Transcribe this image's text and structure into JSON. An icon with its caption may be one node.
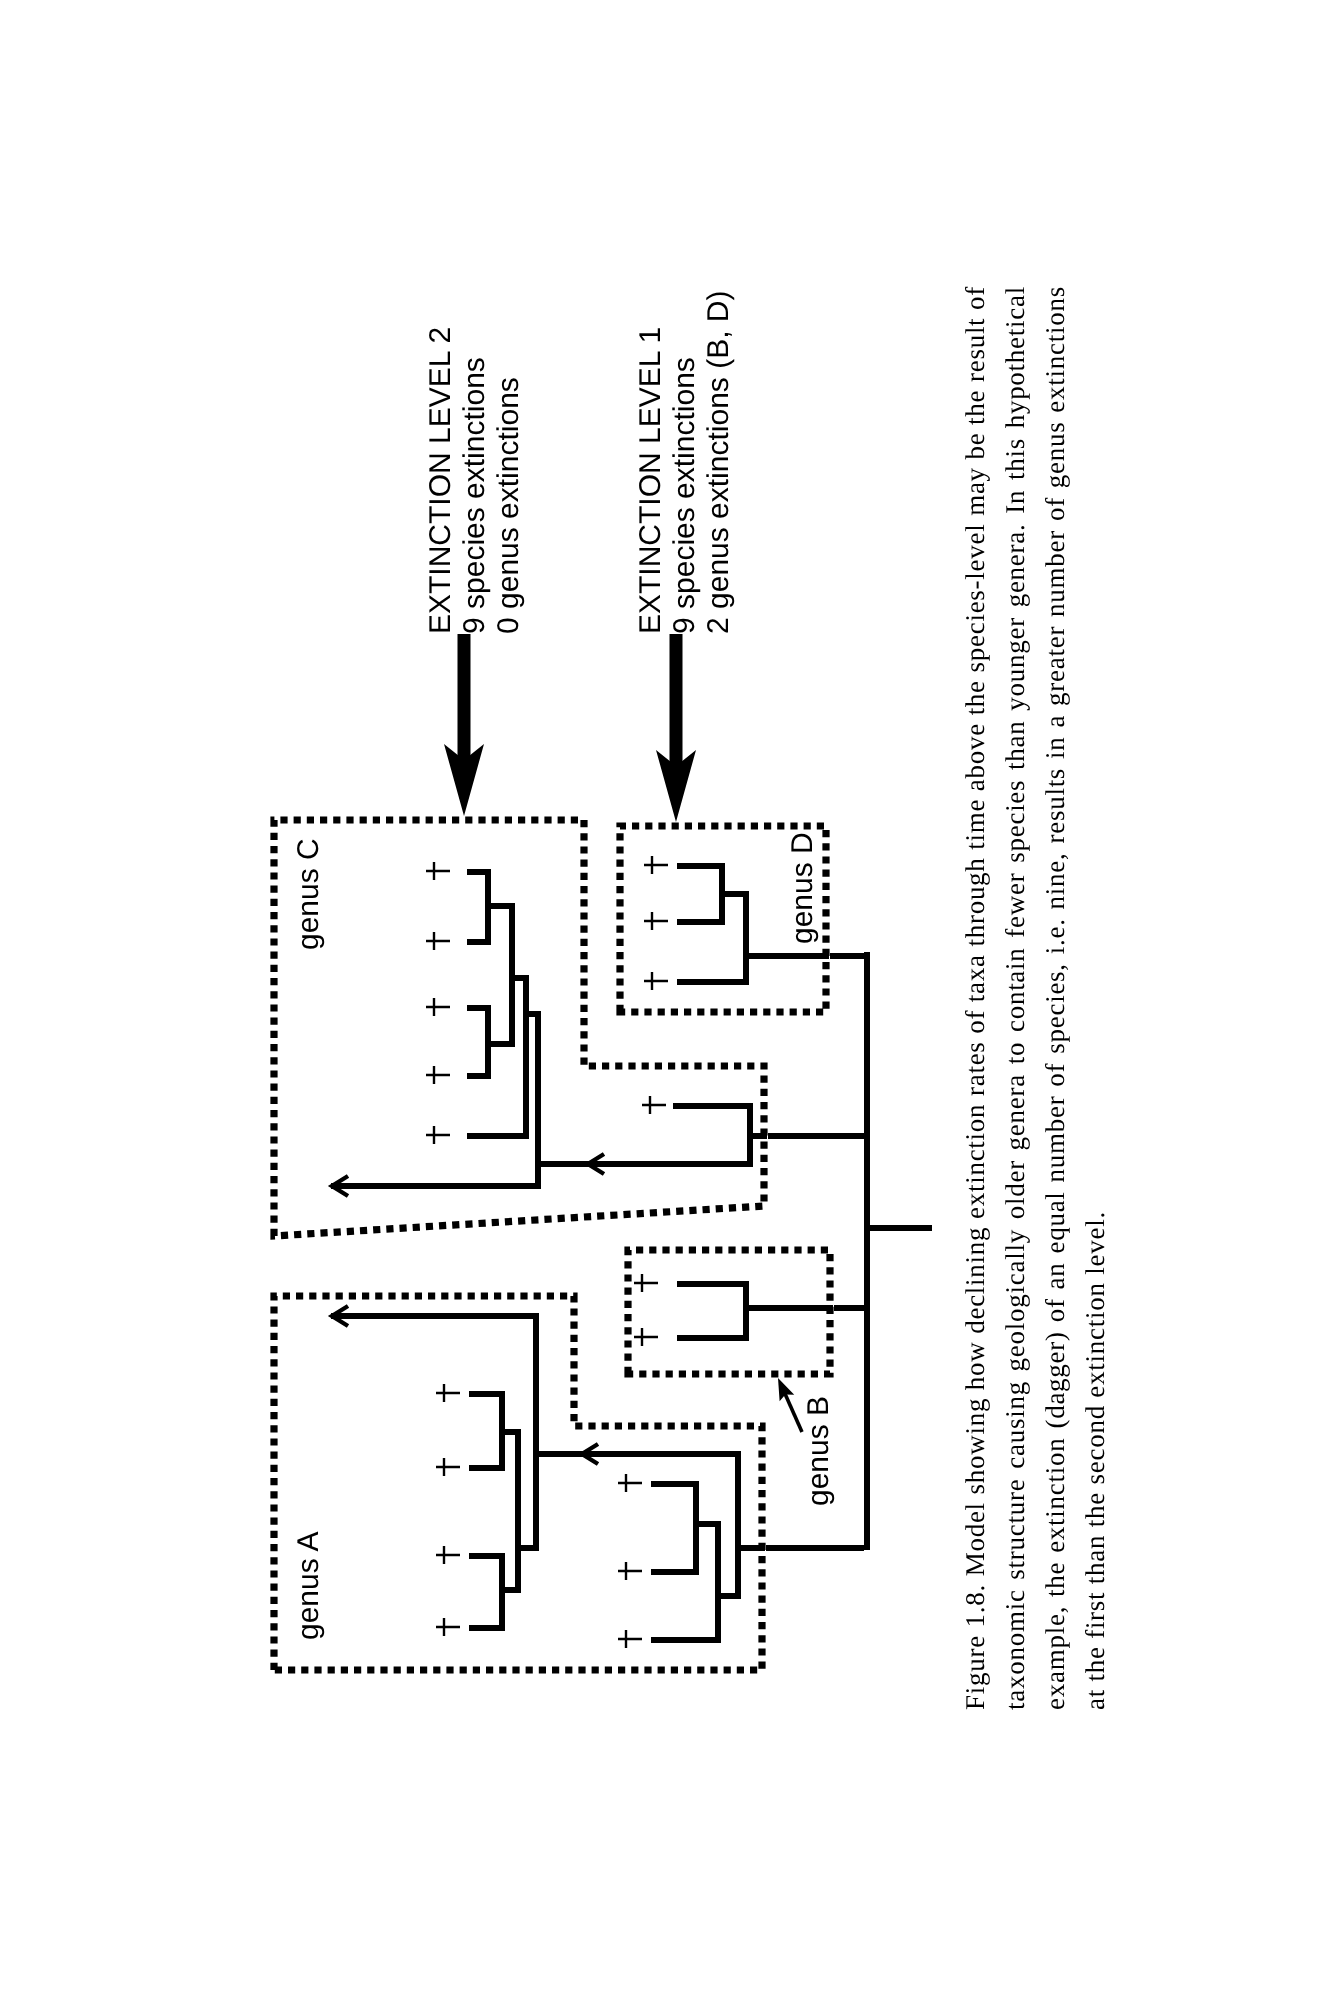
{
  "diagram": {
    "nodes": [
      {
        "text": [
          "genus A"
        ]
      },
      {
        "text": [],
        "shape": "box"
      },
      {
        "text": [
          "genus B"
        ]
      },
      {
        "text": [
          "genus C"
        ]
      },
      {
        "text": [
          "genus D"
        ]
      },
      {
        "text": [
          "EXTINCTION LEVEL 2",
          "9 species extinctions",
          "0 genus extinctions"
        ]
      },
      {
        "text": [
          "EXTINCTION LEVEL 1",
          "9 species extinctions",
          "2 genus extinctions (B, D)"
        ]
      },
      {
        "text": [],
        "shape": "bar"
      }
    ],
    "edges": [
      {
        "from": 2,
        "to": 1,
        "arrow": "to"
      },
      {
        "from": 5,
        "to": 3,
        "arrow": "to",
        "style": "thick"
      },
      {
        "from": 6,
        "to": 4,
        "arrow": "to",
        "style": "thick"
      },
      {
        "from": 7,
        "to": 0,
        "arrow": "none"
      },
      {
        "from": 7,
        "to": 1,
        "arrow": "none"
      },
      {
        "from": 7,
        "to": 3,
        "arrow": "none"
      },
      {
        "from": 7,
        "to": 4,
        "arrow": "none"
      },
      {
        "from": 7,
        "to": null,
        "arrow": "none"
      }
    ],
    "caption": "Figure 1.8. Model showing how declining extinction rates of taxa through time above the species-level may be the result of taxonomic structure causing geologically older genera to contain fewer species than younger genera. In this hypothetical example, the extinction (dagger) of an equal number of species, i.e. nine, results in a greater number of genus extinctions at the first than the second extinction level."
  }
}
